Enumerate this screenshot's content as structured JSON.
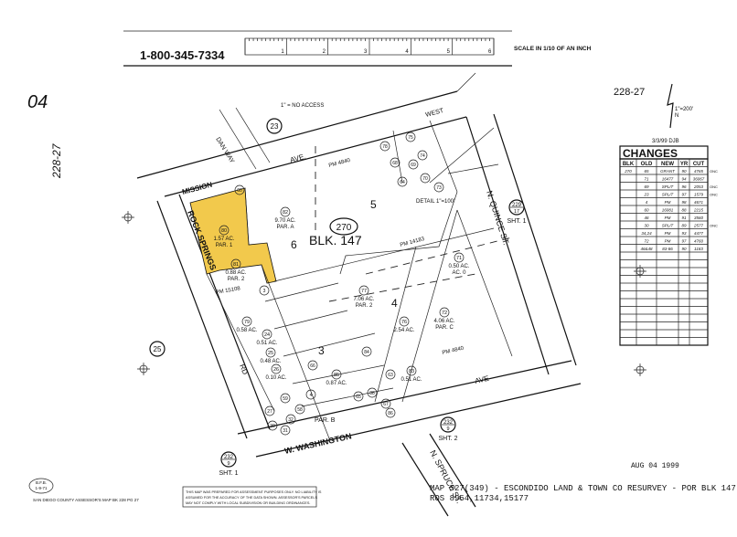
{
  "header": {
    "phone": "1-800-345-7334",
    "scale_label": "SCALE IN 1/10 OF AN INCH",
    "ruler_ticks": [
      "1",
      "2",
      "3",
      "4",
      "5",
      "6"
    ]
  },
  "corner": {
    "left_code": "04",
    "left_page": "228-27",
    "right_page": "228-27",
    "scale": "1\"=200'",
    "north": "N"
  },
  "access_note": "1\" = NO ACCESS",
  "streets": {
    "dan_way": "DAN WAY",
    "mission": "MISSION",
    "mission_ave": "AVE.",
    "west": "WEST",
    "rock_springs": "ROCK SPRINGS",
    "rd": "RD",
    "quince": "N. QUINCE ST.",
    "washington": "W. WASHINGTON",
    "washington_ave": "AVE",
    "spruce": "N. SPRUCE ST."
  },
  "block": {
    "label": "BLK. 147",
    "book_circle": "270"
  },
  "lots": [
    "5",
    "6",
    "3",
    "4"
  ],
  "parcels": [
    {
      "num": "80",
      "acres": "1.57 AC.",
      "par": "PAR. 1",
      "highlight": true
    },
    {
      "num": "82",
      "acres": "9.70 AC.",
      "par": "PAR. A"
    },
    {
      "num": "81",
      "acres": "0.88 AC.",
      "par": "PAR. 2"
    },
    {
      "num": "77",
      "acres": "7.06 AC.",
      "par": "PAR. 2"
    },
    {
      "num": "72",
      "acres": "4.06 AC.",
      "par": "PAR. C"
    },
    {
      "num": "79",
      "acres": "0.58 AC.",
      "par": ""
    },
    {
      "num": "24",
      "acres": "0.51 AC.",
      "par": ""
    },
    {
      "num": "25",
      "acres": "0.48 AC.",
      "par": ""
    },
    {
      "num": "26",
      "acres": "0.10 AC.",
      "par": ""
    },
    {
      "num": "85",
      "acres": "0.87 AC.",
      "par": ""
    },
    {
      "num": "83",
      "acres": "0.51 AC.",
      "par": ""
    },
    {
      "num": "76",
      "acres": "2.54 AC.",
      "par": ""
    },
    {
      "num": "71",
      "acres": "0.50 AC.",
      "par": "AC. 0"
    }
  ],
  "plat_refs": {
    "pm4840": "PM 4840",
    "pm14183": "PM 14183",
    "pm15108": "PM 15108",
    "par_b": "PAR. B"
  },
  "small_parcels": [
    "60",
    "3",
    "4",
    "78",
    "75",
    "74",
    "68",
    "69",
    "70",
    "73",
    "84",
    "86",
    "88",
    "63",
    "59",
    "58",
    "27",
    "30",
    "31",
    "32",
    "66",
    "65",
    "67",
    "64"
  ],
  "adjoining": [
    {
      "num": "23",
      "label": ""
    },
    {
      "num": "25",
      "label": ""
    },
    {
      "num": "229",
      "sub": "17",
      "label": "SHT. 1"
    },
    {
      "num": "232",
      "sub": "9",
      "label": "SHT. 2"
    },
    {
      "num": "232",
      "sub": "9",
      "label": "SHT. 1"
    }
  ],
  "detail_note": "DETAIL 1\"=100'",
  "changes": {
    "stamp": "3/3/99  DJB",
    "title": "CHANGES",
    "columns": [
      "BLK",
      "OLD",
      "NEW",
      "YR",
      "CUT"
    ],
    "rows": [
      {
        "blk": "270",
        "old": "65",
        "new": "GRANT",
        "yr": "90",
        "cut": "4765",
        "note": "ONC"
      },
      {
        "blk": "",
        "old": "71",
        "new": "16477",
        "yr": "94",
        "cut": "36067",
        "note": ""
      },
      {
        "blk": "",
        "old": "69",
        "new": "SPLIT",
        "yr": "96",
        "cut": "2053",
        "note": "ONC"
      },
      {
        "blk": "",
        "old": "23",
        "new": "SPLIT",
        "yr": "97",
        "cut": "1579",
        "note": "ONC"
      },
      {
        "blk": "",
        "old": "4",
        "new": "PM",
        "yr": "98",
        "cut": "4671",
        "note": ""
      },
      {
        "blk": "",
        "old": "60",
        "new": "16081",
        "yr": "88",
        "cut": "2215",
        "note": ""
      },
      {
        "blk": "",
        "old": "46",
        "new": "PM",
        "yr": "91",
        "cut": "3560",
        "note": ""
      },
      {
        "blk": "",
        "old": "30",
        "new": "SPLIT",
        "yr": "89",
        "cut": "2577",
        "note": "ONC"
      },
      {
        "blk": "",
        "old": "34,24",
        "new": "PM",
        "yr": "93",
        "cut": "4477",
        "note": ""
      },
      {
        "blk": "",
        "old": "72",
        "new": "PM",
        "yr": "97",
        "cut": "4760",
        "note": ""
      },
      {
        "blk": "",
        "old": "46&48",
        "new": "83-86",
        "yr": "90",
        "cut": "1183",
        "note": ""
      }
    ]
  },
  "footer": {
    "stamp_date": "AUG 04 1999",
    "map_title": "MAP 527(349) - ESCONDIDO LAND & TOWN CO RESURVEY - POR BLK 147",
    "ros": "ROS 8954,11734,15177",
    "disclaimer": [
      "THIS MAP WAS PREPARED FOR ASSESSMENT PURPOSES ONLY. NO LIABILITY IS",
      "ASSUMED FOR THE ACCURACY OF THE DATA SHOWN. ASSESSOR'S PARCELS",
      "MAY NOT COMPLY WITH LOCAL SUBDIVISION OR BUILDING ORDINANCES."
    ],
    "book_ref": "SAN DIEGO COUNTY ASSESSOR'S MAP BK 228 PG 27",
    "seal": [
      "B.F.B.",
      "1-9-71"
    ]
  },
  "colors": {
    "highlight": "#f2c94c",
    "ink": "#111111"
  }
}
